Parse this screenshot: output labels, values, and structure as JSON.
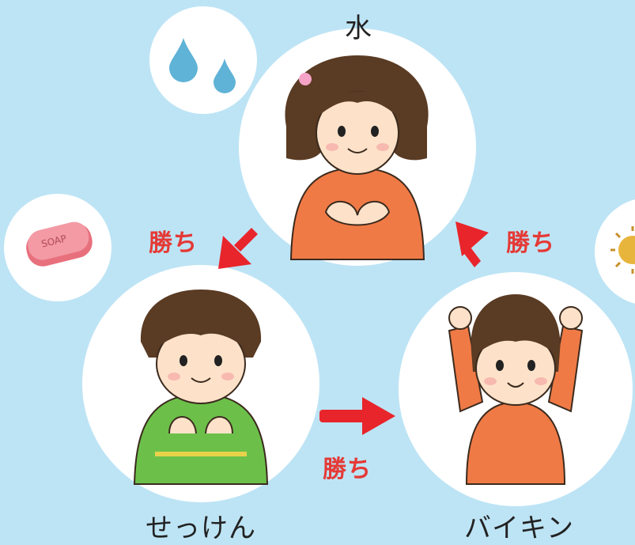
{
  "labels": {
    "water": "水",
    "soap": "せっけん",
    "germ": "バイキン"
  },
  "win_labels": {
    "water_to_soap": "勝ち",
    "germ_to_water": "勝ち",
    "soap_to_germ": "勝ち"
  },
  "soap_bar_text": "SOAP",
  "colors": {
    "background": "#bde4f5",
    "circle": "#ffffff",
    "arrow": "#e8252b",
    "win_text": "#e53935",
    "orange_sweater": "#f07a45",
    "green_sweater": "#6cc04a",
    "hair": "#5a3b23",
    "water_drop": "#5fb3d6",
    "soap_pink": "#f08a95"
  },
  "icons": [
    "water-drops-icon",
    "soap-bar-icon",
    "germ-icon"
  ]
}
